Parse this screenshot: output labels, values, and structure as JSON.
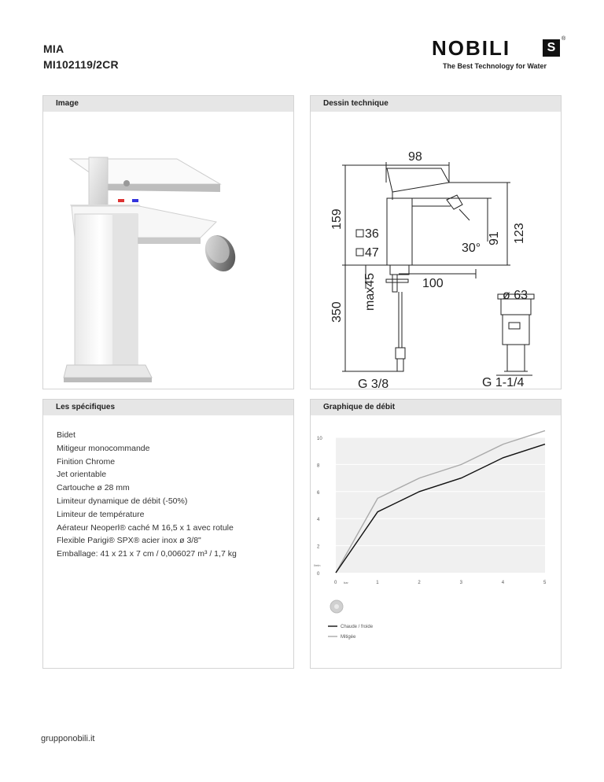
{
  "product": {
    "name": "MIA",
    "code": "MI102119/2CR"
  },
  "brand": {
    "name": "NOBILI",
    "mark": "S",
    "registered": "®",
    "tagline": "The Best Technology for Water"
  },
  "panels": {
    "image": "Image",
    "drawing": "Dessin technique",
    "specs": "Les spécifiques",
    "flow": "Graphique de débit"
  },
  "drawing_labels": {
    "width_top": "98",
    "height_total": "159",
    "sq36": "36",
    "sq47": "47",
    "angle": "30°",
    "h91": "91",
    "h123": "123",
    "max45": "max45",
    "len350": "350",
    "reach100": "100",
    "dia63": "ø 63",
    "g38": "G 3/8",
    "g114": "G 1-1/4"
  },
  "specs": [
    "Bidet",
    "Mitigeur monocommande",
    "Finition Chrome",
    "Jet orientable",
    "Cartouche ø 28 mm",
    "Limiteur dynamique de débit (-50%)",
    "Limiteur de température",
    "Aérateur Neoperl® caché M 16,5 x 1 avec rotule",
    "Flexible Parigi® SPX® acier inox ø 3/8\"",
    "Emballage: 41 x 21 x 7 cm / 0,006027 m³ / 1,7 kg"
  ],
  "chart_data": {
    "type": "line",
    "x": [
      0,
      1,
      2,
      3,
      4,
      5
    ],
    "xlim": [
      0,
      5
    ],
    "ylim": [
      0,
      10
    ],
    "yticks": [
      0,
      2,
      4,
      6,
      8,
      10
    ],
    "xticks": [
      0,
      1,
      2,
      3,
      4,
      5
    ],
    "ylabel": "l/min",
    "xlabel": "bar",
    "grid": true,
    "legend_position": "bottom-left",
    "series": [
      {
        "name": "Chaude / froide",
        "color": "#111111",
        "values": [
          0,
          4.5,
          6.0,
          7.0,
          8.5,
          9.5
        ]
      },
      {
        "name": "Mitigée",
        "color": "#aaaaaa",
        "values": [
          0,
          5.5,
          7.0,
          8.0,
          9.5,
          10.5
        ]
      }
    ]
  },
  "footer": {
    "url": "grupponobili.it"
  }
}
